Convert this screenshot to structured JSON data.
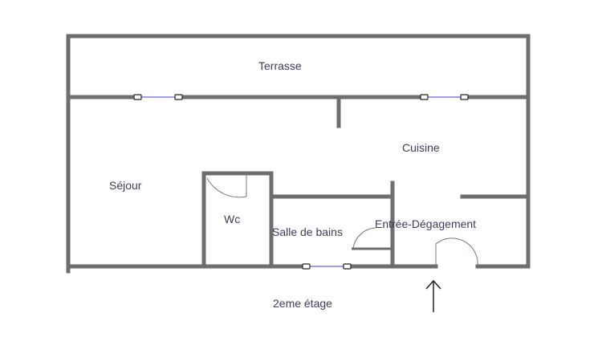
{
  "plan": {
    "rooms": {
      "terrasse": "Terrasse",
      "cuisine": "Cuisine",
      "sejour": "Séjour",
      "wc": "Wc",
      "salle_de_bains": "Salle de bains",
      "entree": "Entrée-Dégagement"
    },
    "floor_label": "2eme étage",
    "colors": {
      "wall": "#6e6e6e",
      "window_line": "#3b3bd6",
      "door_arc": "#8a7070",
      "text": "#3d3d5c"
    }
  }
}
